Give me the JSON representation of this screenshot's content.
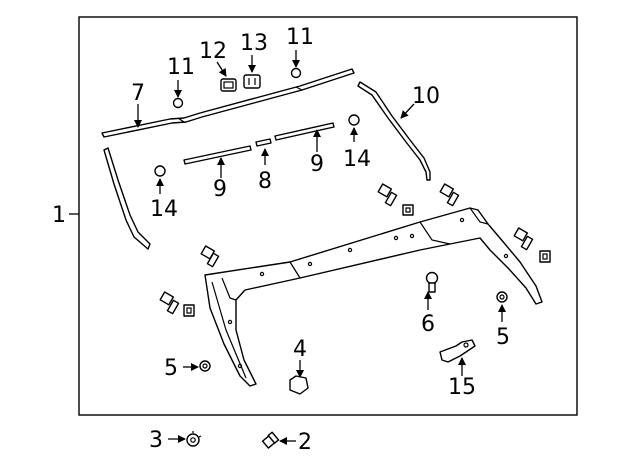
{
  "callouts": {
    "c1": "1",
    "c2": "2",
    "c3": "3",
    "c4": "4",
    "c5a": "5",
    "c5b": "5",
    "c6": "6",
    "c7": "7",
    "c8": "8",
    "c9a": "9",
    "c9b": "9",
    "c10": "10",
    "c11a": "11",
    "c11b": "11",
    "c12": "12",
    "c13": "13",
    "c14a": "14",
    "c14b": "14",
    "c15": "15"
  }
}
